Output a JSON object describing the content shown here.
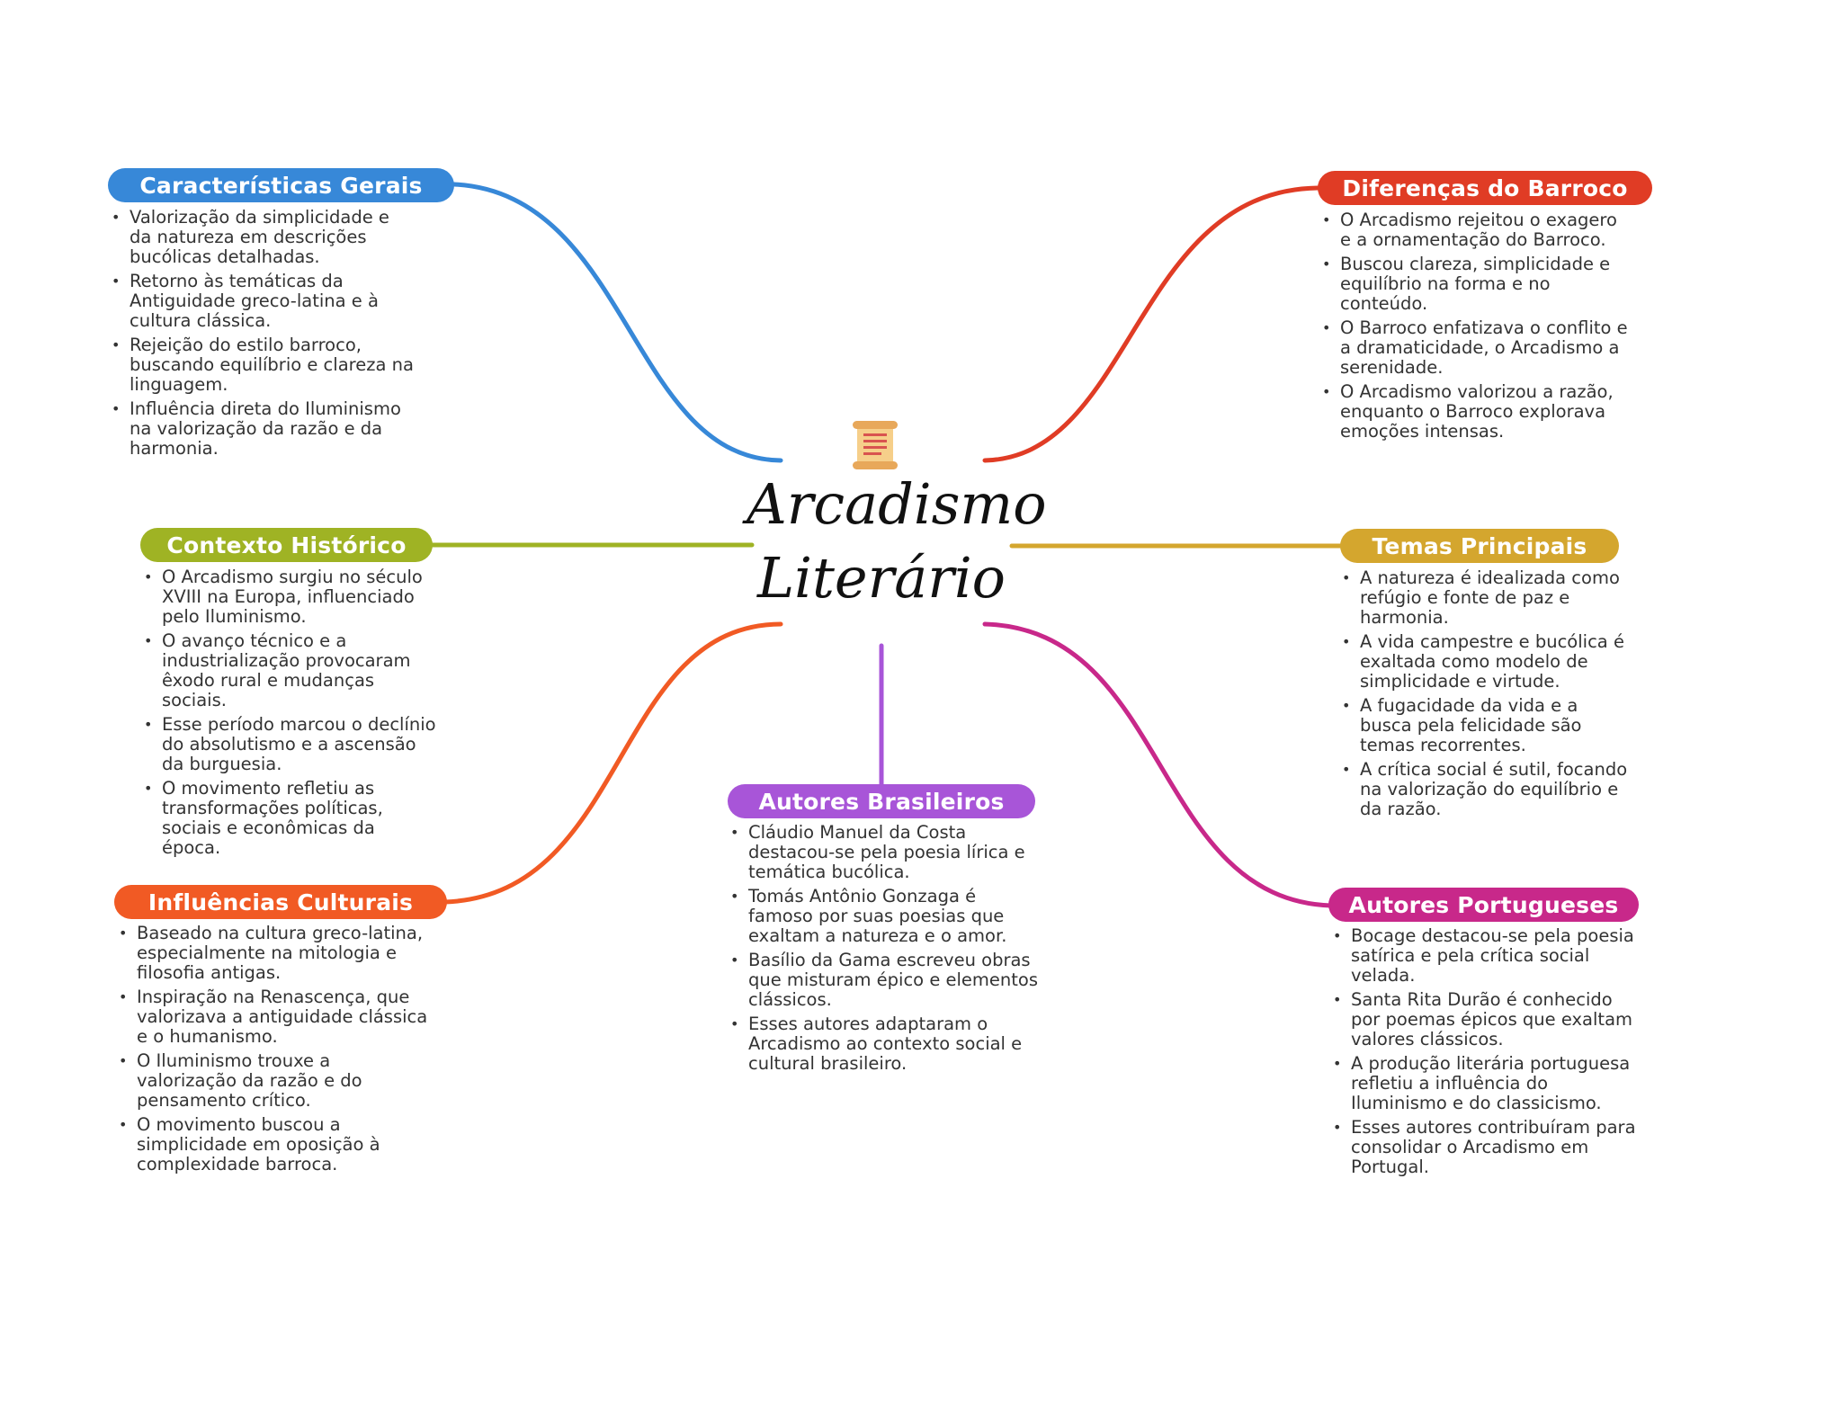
{
  "title": {
    "line1": "Arcadismo",
    "line2": "Literário"
  },
  "icons": {
    "central": "scroll-icon"
  },
  "branches": {
    "caracteristicas": {
      "label": "Características Gerais",
      "color": "#3788d8",
      "items": [
        "Valorização da simplicidade e da natureza em descrições bucólicas detalhadas.",
        "Retorno às temáticas da Antiguidade greco-latina e à cultura clássica.",
        "Rejeição do estilo barroco, buscando equilíbrio e clareza na linguagem.",
        "Influência direta do Iluminismo na valorização da razão e da harmonia."
      ]
    },
    "diferencas": {
      "label": "Diferenças do Barroco",
      "color": "#e03c25",
      "items": [
        "O Arcadismo rejeitou o exagero e a ornamentação do Barroco.",
        "Buscou clareza, simplicidade e equilíbrio na forma e no conteúdo.",
        "O Barroco enfatizava o conflito e a dramaticidade, o Arcadismo a serenidade.",
        "O Arcadismo valorizou a razão, enquanto o Barroco explorava emoções intensas."
      ]
    },
    "contexto": {
      "label": "Contexto Histórico",
      "color": "#9fb324",
      "items": [
        "O Arcadismo surgiu no século XVIII na Europa, influenciado pelo Iluminismo.",
        "O avanço técnico e a industrialização provocaram êxodo rural e mudanças sociais.",
        "Esse período marcou o declínio do absolutismo e a ascensão da burguesia.",
        "O movimento refletiu as transformações políticas, sociais e econômicas da época."
      ]
    },
    "temas": {
      "label": "Temas Principais",
      "color": "#d4a62e",
      "items": [
        "A natureza é idealizada como refúgio e fonte de paz e harmonia.",
        "A vida campestre e bucólica é exaltada como modelo de simplicidade e virtude.",
        "A fugacidade da vida e a busca pela felicidade são temas recorrentes.",
        "A crítica social é sutil, focando na valorização do equilíbrio e da razão."
      ]
    },
    "influencias": {
      "label": "Influências Culturais",
      "color": "#f15a24",
      "items": [
        "Baseado na cultura greco-latina, especialmente na mitologia e filosofia antigas.",
        "Inspiração na Renascença, que valorizava a antiguidade clássica e o humanismo.",
        "O Iluminismo trouxe a valorização da razão e do pensamento crítico.",
        "O movimento buscou a simplicidade em oposição à complexidade barroca."
      ]
    },
    "brasileiros": {
      "label": "Autores Brasileiros",
      "color": "#a855d8",
      "items": [
        "Cláudio Manuel da Costa destacou-se pela poesia lírica e temática bucólica.",
        "Tomás Antônio Gonzaga é famoso por suas poesias que exaltam a natureza e o amor.",
        "Basílio da Gama escreveu obras que misturam épico e elementos clássicos.",
        "Esses autores adaptaram o Arcadismo ao contexto social e cultural brasileiro."
      ]
    },
    "portugueses": {
      "label": "Autores Portugueses",
      "color": "#c8288a",
      "items": [
        "Bocage destacou-se pela poesia satírica e pela crítica social velada.",
        "Santa Rita Durão é conhecido por poemas épicos que exaltam valores clássicos.",
        "A produção literária portuguesa refletiu a influência do Iluminismo e do classicismo.",
        "Esses autores contribuíram para consolidar o Arcadismo em Portugal."
      ]
    }
  }
}
